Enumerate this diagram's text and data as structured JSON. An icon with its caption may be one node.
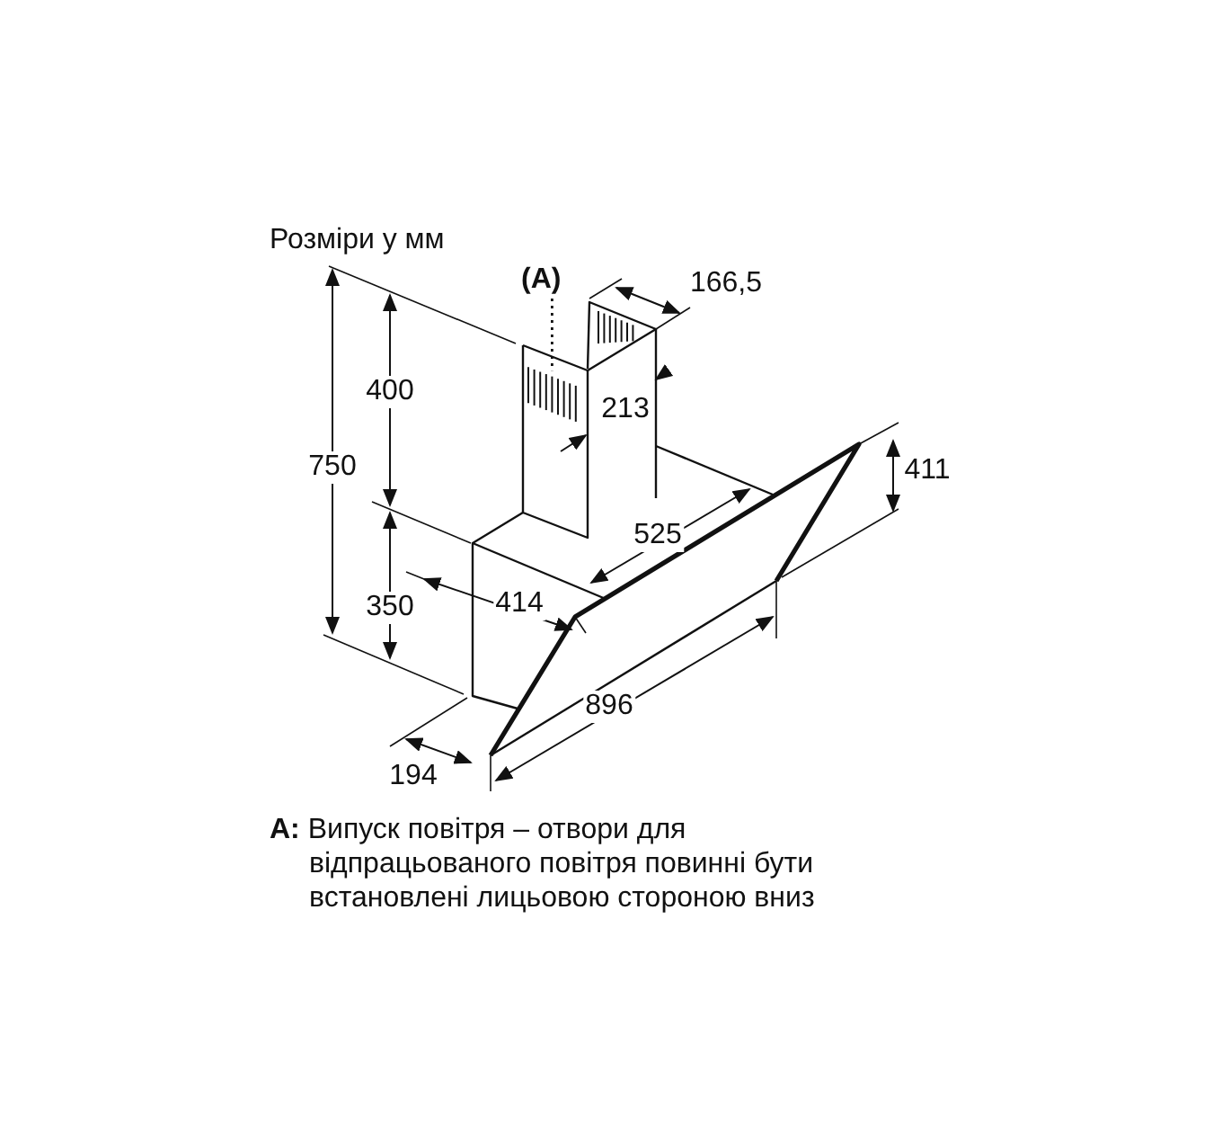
{
  "diagram": {
    "title": "Розміри у мм",
    "caption": "**A:** Випуск повітря – отвори для відпрацьованого повітря повинні бути встановлені лицьовою стороною вниз",
    "nodes": [
      {
        "text": [
          "(A)"
        ]
      },
      {
        "text": [],
        "shape": "picture"
      }
    ],
    "edges": [
      {
        "from": 0,
        "to": 1,
        "arrow": "none",
        "style": "dashed"
      }
    ],
    "labels": [
      "166,5",
      "400",
      "750",
      "213",
      "411",
      "525",
      "414",
      "350",
      "896",
      "194"
    ]
  }
}
